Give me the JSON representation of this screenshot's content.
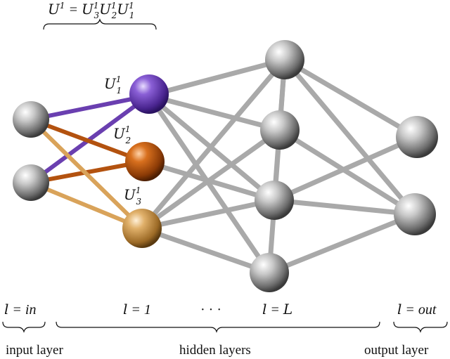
{
  "top_formula": {
    "lhs": "U",
    "lhs_sup": "1",
    "eq": " = ",
    "t1": "U",
    "t1_sup": "1",
    "t1_sub": "3",
    "t2": "U",
    "t2_sup": "1",
    "t2_sub": "2",
    "t3": "U",
    "t3_sup": "1",
    "t3_sub": "1"
  },
  "unitary_labels": [
    {
      "name": "U",
      "sup": "1",
      "sub": "1"
    },
    {
      "name": "U",
      "sup": "1",
      "sub": "2"
    },
    {
      "name": "U",
      "sup": "1",
      "sub": "3"
    }
  ],
  "layer_indices": {
    "input": {
      "var": "l",
      "eq": " = ",
      "val": "in"
    },
    "hidden_first": {
      "var": "l",
      "eq": " = ",
      "val": "1"
    },
    "dots": "· · ·",
    "hidden_last": {
      "var": "l",
      "eq": " = ",
      "val": "L"
    },
    "output": {
      "var": "l",
      "eq": " = ",
      "val": "out"
    }
  },
  "layer_names": {
    "input": "input layer",
    "hidden": "hidden layers",
    "output": "output layer"
  },
  "colors": {
    "purple": "#6a3fb0",
    "orange_dark": "#b3520f",
    "orange_light": "#d9a35a",
    "gray": "#9a9a9a"
  }
}
